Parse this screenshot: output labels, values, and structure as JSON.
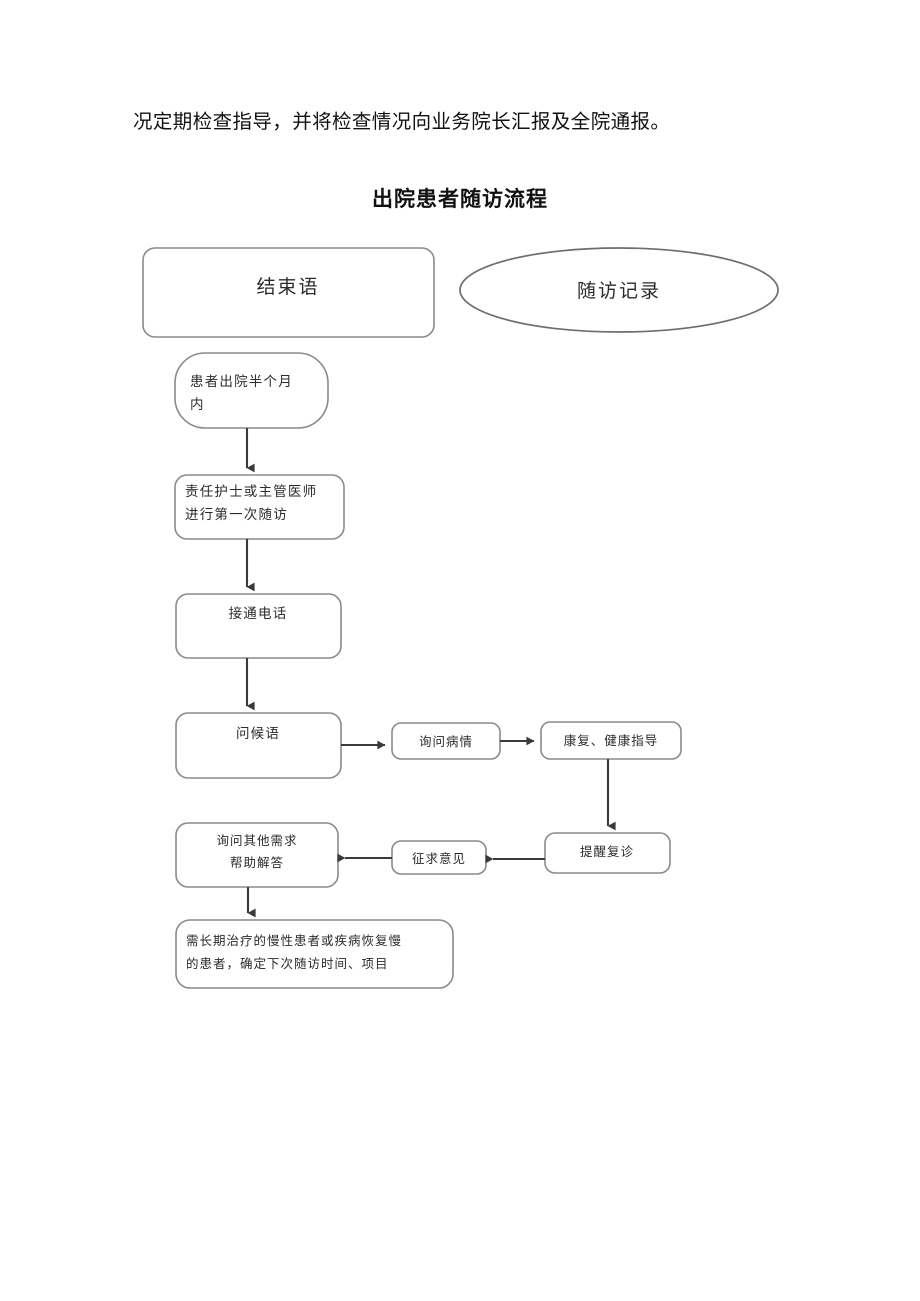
{
  "document": {
    "paragraph_text": "况定期检查指导，并将检查情况向业务院长汇报及全院通报。",
    "flow_title": "出院患者随访流程"
  },
  "flowchart": {
    "nodes": {
      "closing_remarks": {
        "label": "结束语",
        "shape": "rounded-rect"
      },
      "followup_record": {
        "label": "随访记录",
        "shape": "ellipse"
      },
      "within_half_month": {
        "label_line1": "患者出院半个月",
        "label_line2": "内",
        "shape": "rounded-rect"
      },
      "first_followup": {
        "label_line1": "责任护士或主管医师",
        "label_line2": "进行第一次随访",
        "shape": "rounded-rect"
      },
      "connect_call": {
        "label": "接通电话",
        "shape": "rounded-rect"
      },
      "greeting": {
        "label": "问候语",
        "shape": "rounded-rect"
      },
      "ask_condition": {
        "label": "询问病情",
        "shape": "rounded-rect"
      },
      "rehab_guidance": {
        "label": "康复、健康指导",
        "shape": "rounded-rect"
      },
      "remind_revisit": {
        "label": "提醒复诊",
        "shape": "rounded-rect"
      },
      "seek_opinion": {
        "label": "征求意见",
        "shape": "rounded-rect"
      },
      "other_needs": {
        "label_line1": "询问其他需求",
        "label_line2": "帮助解答",
        "shape": "rounded-rect"
      },
      "next_followup": {
        "label_line1": "需长期治疗的慢性患者或疾病恢复慢",
        "label_line2": "的患者，确定下次随访时间、项目",
        "shape": "rounded-rect"
      }
    },
    "edges": [
      {
        "from": "within_half_month",
        "to": "first_followup",
        "direction": "down"
      },
      {
        "from": "first_followup",
        "to": "connect_call",
        "direction": "down"
      },
      {
        "from": "connect_call",
        "to": "greeting",
        "direction": "down"
      },
      {
        "from": "greeting",
        "to": "ask_condition",
        "direction": "right"
      },
      {
        "from": "ask_condition",
        "to": "rehab_guidance",
        "direction": "right"
      },
      {
        "from": "rehab_guidance",
        "to": "remind_revisit",
        "direction": "down"
      },
      {
        "from": "remind_revisit",
        "to": "seek_opinion",
        "direction": "left"
      },
      {
        "from": "seek_opinion",
        "to": "other_needs",
        "direction": "left"
      },
      {
        "from": "other_needs",
        "to": "next_followup",
        "direction": "down"
      }
    ],
    "colors": {
      "shape_stroke": "#8a8a8a",
      "ellipse_stroke": "#6d6d6d",
      "connector": "#3a3a3a",
      "text": "#2b2b2b",
      "background": "#ffffff"
    }
  }
}
